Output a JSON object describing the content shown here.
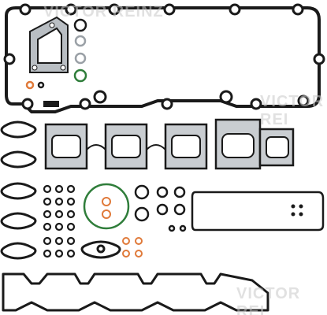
{
  "image": {
    "kind": "product-photo",
    "subject": "cylinder head gasket set",
    "watermark_text": "VICTOR REINZ"
  },
  "colors": {
    "background": "#ffffff",
    "gasket_black": "#1a1a1a",
    "gasket_gray": "#9aa0a6",
    "copper": "#e07a3a",
    "green": "#2f7d3a",
    "watermark": "#c9c9c9"
  }
}
